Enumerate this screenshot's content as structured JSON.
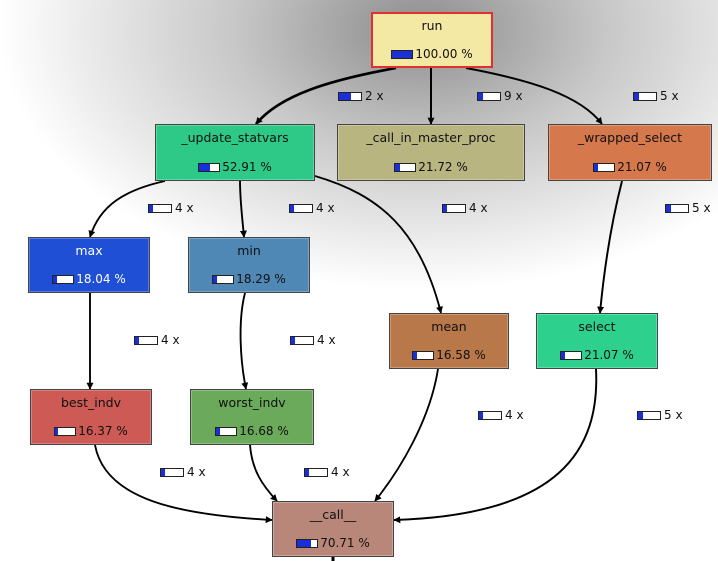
{
  "nodes": [
    {
      "id": "run",
      "name": "run",
      "pct": "100.00 %",
      "cost": 1.0,
      "color": "#f3e8a4",
      "selected": true
    },
    {
      "id": "update",
      "name": "_update_statvars",
      "pct": "52.91 %",
      "cost": 0.5291,
      "color": "#2ec986"
    },
    {
      "id": "callmaster",
      "name": "_call_in_master_proc",
      "pct": "21.72 %",
      "cost": 0.2172,
      "color": "#b8b580"
    },
    {
      "id": "wrapped",
      "name": "_wrapped_select",
      "pct": "21.07 %",
      "cost": 0.2107,
      "color": "#d5784b"
    },
    {
      "id": "max",
      "name": "max",
      "pct": "18.04 %",
      "cost": 0.1804,
      "color": "#1f4fd4",
      "light": true
    },
    {
      "id": "min",
      "name": "min",
      "pct": "18.29 %",
      "cost": 0.1829,
      "color": "#4f88b5"
    },
    {
      "id": "mean",
      "name": "mean",
      "pct": "16.58 %",
      "cost": 0.1658,
      "color": "#b8784a"
    },
    {
      "id": "select",
      "name": "select",
      "pct": "21.07 %",
      "cost": 0.2107,
      "color": "#2ed08e"
    },
    {
      "id": "best",
      "name": "best_indv",
      "pct": "16.37 %",
      "cost": 0.1637,
      "color": "#cd5a55"
    },
    {
      "id": "worst",
      "name": "worst_indv",
      "pct": "16.68 %",
      "cost": 0.1668,
      "color": "#6aaa5a"
    },
    {
      "id": "call",
      "name": "__call__",
      "pct": "70.71 %",
      "cost": 0.7071,
      "color": "#b8877a"
    }
  ],
  "edges": [
    {
      "from": "run",
      "to": "update",
      "calls": "2 x",
      "weight": 0.5291
    },
    {
      "from": "run",
      "to": "callmaster",
      "calls": "9 x",
      "weight": 0.2172
    },
    {
      "from": "run",
      "to": "wrapped",
      "calls": "5 x",
      "weight": 0.2107
    },
    {
      "from": "update",
      "to": "max",
      "calls": "4 x",
      "weight": 0.1804
    },
    {
      "from": "update",
      "to": "min",
      "calls": "4 x",
      "weight": 0.1829
    },
    {
      "from": "update",
      "to": "mean",
      "calls": "4 x",
      "weight": 0.1658
    },
    {
      "from": "wrapped",
      "to": "select",
      "calls": "5 x",
      "weight": 0.2107
    },
    {
      "from": "max",
      "to": "best",
      "calls": "4 x",
      "weight": 0.1637
    },
    {
      "from": "min",
      "to": "worst",
      "calls": "4 x",
      "weight": 0.1668
    },
    {
      "from": "mean",
      "to": "call",
      "calls": "4 x",
      "weight": 0.1658
    },
    {
      "from": "select",
      "to": "call",
      "calls": "5 x",
      "weight": 0.2107
    },
    {
      "from": "best",
      "to": "call",
      "calls": "4 x",
      "weight": 0.1637
    },
    {
      "from": "worst",
      "to": "call",
      "calls": "4 x",
      "weight": 0.1668
    }
  ]
}
